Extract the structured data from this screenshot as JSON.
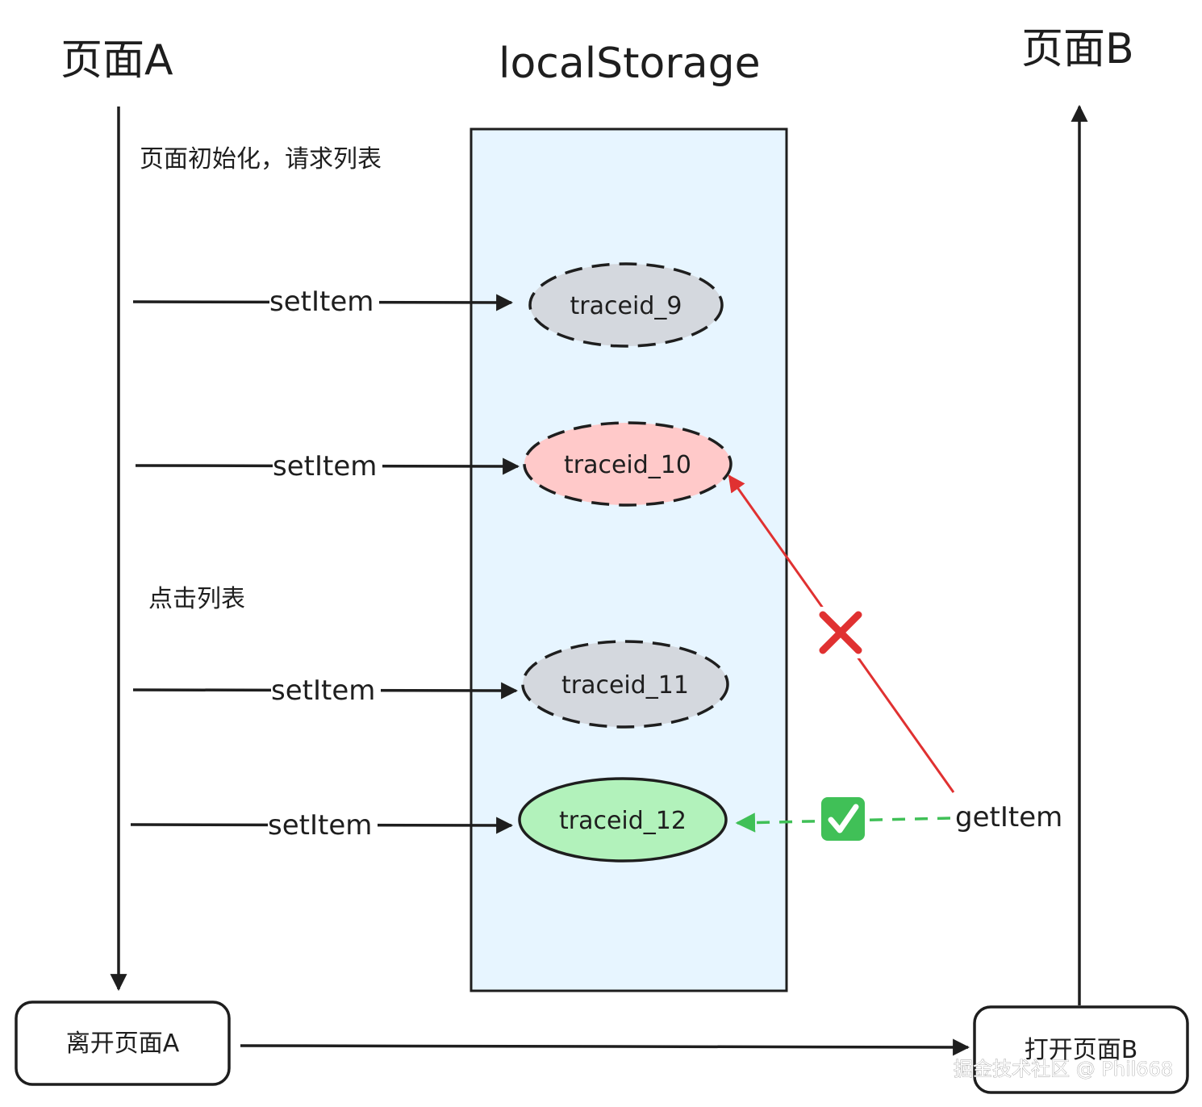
{
  "titles": {
    "page_a": "页面A",
    "storage": "localStorage",
    "page_b": "页面B"
  },
  "notes": {
    "init": "页面初始化，请求列表",
    "click": "点击列表"
  },
  "actions": {
    "set_item": "setItem",
    "get_item": "getItem"
  },
  "nodes": [
    {
      "label": "traceid_9",
      "fill": "#d4d8de",
      "style": "dashed"
    },
    {
      "label": "traceid_10",
      "fill": "#ffc9c9",
      "style": "dashed"
    },
    {
      "label": "traceid_11",
      "fill": "#d4d8de",
      "style": "dashed"
    },
    {
      "label": "traceid_12",
      "fill": "#b2f2bb",
      "style": "solid"
    }
  ],
  "boxes": {
    "leave_a": "离开页面A",
    "open_b": "打开页面B"
  },
  "colors": {
    "storage_fill": "#e7f5ff",
    "fail_arrow": "#e03131",
    "success_arrow": "#40c057"
  },
  "icons": {
    "fail": "cross-mark-icon",
    "success": "check-mark-icon"
  },
  "watermark": "掘金技术社区 @ Phil668"
}
